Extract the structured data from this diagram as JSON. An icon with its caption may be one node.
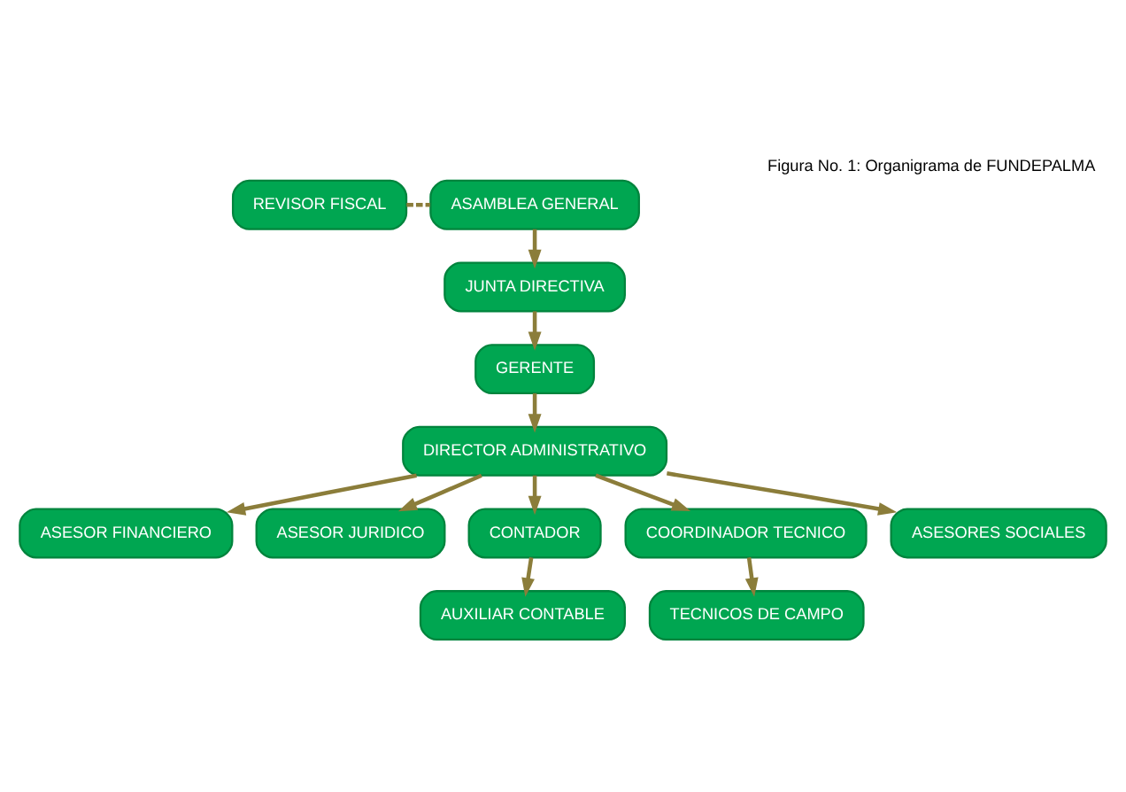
{
  "diagram": {
    "title": "Figura No. 1: Organigrama de FUNDEPALMA",
    "nodes": [
      {
        "text": [
          "ASAMBLEA GENERAL"
        ]
      },
      {
        "text": [
          "REVISOR FISCAL"
        ]
      },
      {
        "text": [
          "JUNTA DIRECTIVA"
        ]
      },
      {
        "text": [
          "GERENTE"
        ]
      },
      {
        "text": [
          "DIRECTOR ADMINISTRATIVO"
        ]
      },
      {
        "text": [
          "ASESOR FINANCIERO"
        ]
      },
      {
        "text": [
          "ASESOR JURIDICO"
        ]
      },
      {
        "text": [
          "CONTADOR"
        ]
      },
      {
        "text": [
          "COORDINADOR TECNICO"
        ]
      },
      {
        "text": [
          "ASESORES SOCIALES"
        ]
      },
      {
        "text": [
          "AUXILIAR CONTABLE"
        ]
      },
      {
        "text": [
          "TECNICOS DE CAMPO"
        ]
      }
    ],
    "edges": [
      {
        "from": 0,
        "to": 2,
        "arrow": "to"
      },
      {
        "from": 1,
        "to": 0,
        "arrow": "none",
        "style": "dashed"
      },
      {
        "from": 2,
        "to": 3,
        "arrow": "to"
      },
      {
        "from": 3,
        "to": 4,
        "arrow": "to"
      },
      {
        "from": 4,
        "to": 5,
        "arrow": "to"
      },
      {
        "from": 4,
        "to": 6,
        "arrow": "to"
      },
      {
        "from": 4,
        "to": 7,
        "arrow": "to"
      },
      {
        "from": 4,
        "to": 8,
        "arrow": "to"
      },
      {
        "from": 4,
        "to": 9,
        "arrow": "to"
      },
      {
        "from": 7,
        "to": 10,
        "arrow": "to"
      },
      {
        "from": 8,
        "to": 11,
        "arrow": "to"
      }
    ]
  }
}
